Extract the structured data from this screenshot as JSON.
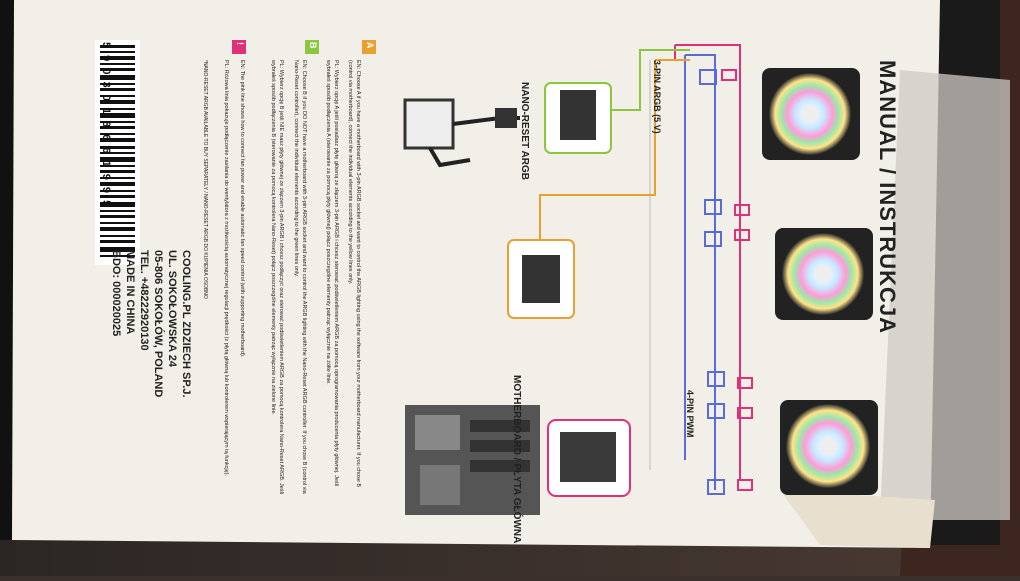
{
  "manual_title": "MANUAL / INSTRUKCJA",
  "labels": {
    "nano_reset": "NANO-RESET ARGB",
    "motherboard": "MOTHERBOARD / PŁYTA GŁÓWNA",
    "argb_pin": "3-PIN ARGB (5 V)",
    "pwm_pin": "4-PIN PWM"
  },
  "instructions": {
    "a_badge": "A",
    "a_en": "EN: Choose A if you have a motherboard with 3-pin ARGB socket and want to control the ARGB lighting using the software from your motherboard manufacturer. If you chose B (control via motherboard), connect the individual elements according to the yellow lines only.",
    "a_pl": "PL: Wybierz opcję A jeśli posiadasz płytę główną ze złączem 3-pin ARGB i chcesz sterować podświetleniem ARGB za pomocą oprogramowania producenta płyty głównej. Jeśli wybrałeś sposób podłączenia A (sterowanie za pomocą płyty głównej) połącz poszczególne elementy patrząc wyłącznie na żółte linie.",
    "b_badge": "B",
    "b_en": "EN: Choose B if you DO NOT have a motherboard with 3-pin ARGB socket and want to control the ARGB lighting with the Nano-Reset ARGB controller. If you chose B (control via Nano-Reset controller), connect the individual elements according to the green lines only.",
    "b_pl": "PL: Wybierz opcję B jeśli NIE masz płyty głównej ze złączem 3-pin ARGB i chcesz podłączyć oraz sterować podświetleniem ARGB za pomocą kontrolera Nano-Reset ARGB. Jeśli wybrałeś sposób podłączenia B (sterowanie za pomocą kontrolera Nano-Reset) połącz poszczególne elementy patrząc wyłącznie na zielone linie.",
    "c_badge": "!",
    "c_en": "EN: The pink line shows how to connect fan power and enable automatic fan speed control (with supporting motherboard).",
    "c_pl": "PL: Różowa linia pokazuje podłączenie zasilania do wentylatora z możliwością automatycznej regulacji prędkości (z płytą główną lub kontrolerem wspierającym tą funkcję).",
    "footnote": "*NANO-RESET ARGB AVAILABLE TO BUY SEPARATELY / NANO-RESET ARGB DO KUPIENIA OSOBNO"
  },
  "company": {
    "line1": "COOLING.PL ZDZIECH SP.J.",
    "line2": "UL. SOKOŁOWSKA 24",
    "line3": "05-806 SOKOŁÓW, POLAND",
    "line4": "TEL. +48222920130",
    "line5": "MADE IN CHINA",
    "line6": "BDO: 000020025"
  },
  "barcode_number": "5 9 0 3 0 1 8 6 6 1 9 9 5",
  "colors": {
    "yellow": "#e8a030",
    "green": "#8cc63f",
    "pink": "#e0307a",
    "blue": "#5b6bd6",
    "paper": "#f2efe8",
    "box_dark": "#1a1a1a"
  }
}
